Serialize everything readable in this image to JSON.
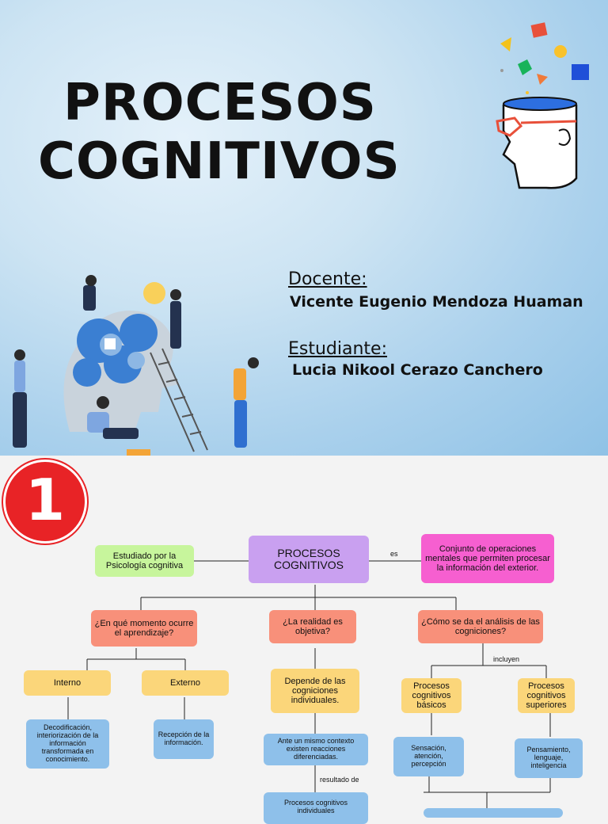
{
  "cover": {
    "title_line1": "PROCESOS",
    "title_line2": "COGNITIVOS",
    "docente_label": "Docente:",
    "docente_name": "Vicente Eugenio Mendoza Huaman",
    "estudiante_label": "Estudiante:",
    "estudiante_name": "Lucia Nikool Cerazo Canchero"
  },
  "badge_number": "1",
  "map": {
    "central": "PROCESOS COGNITIVOS",
    "es_label": "es",
    "definition": "Conjunto de operaciones mentales que permiten procesar la información del exterior.",
    "studied": "Estudiado por la Psicología cognitiva",
    "q1": "¿En qué momento ocurre el aprendizaje?",
    "q2": "¿La realidad es objetiva?",
    "q3": "¿Cómo se da el análisis de las cogniciones?",
    "interno": "Interno",
    "externo": "Externo",
    "interno_desc": "Decodificación, interiorización de la información transformada en conocimiento.",
    "externo_desc": "Recepción de la información.",
    "depende": "Depende de las cogniciones individuales.",
    "ante": "Ante un mismo contexto existen reacciones diferenciadas.",
    "resultado_label": "resultado de",
    "procesos_ind": "Procesos cognitivos individuales",
    "incluyen_label": "incluyen",
    "basicos": "Procesos cognitivos básicos",
    "superiores": "Procesos cognitivos superiores",
    "basicos_desc": "Sensación, atención, percepción",
    "superiores_desc": "Pensamiento, lenguaje, inteligencia"
  },
  "colors": {
    "badge": "#e82326",
    "central": "#c9a0f0",
    "definition": "#f65fd0",
    "studied": "#c7f59c",
    "question": "#f8907a",
    "node": "#fbd67a",
    "leaf": "#8ec0ea"
  }
}
